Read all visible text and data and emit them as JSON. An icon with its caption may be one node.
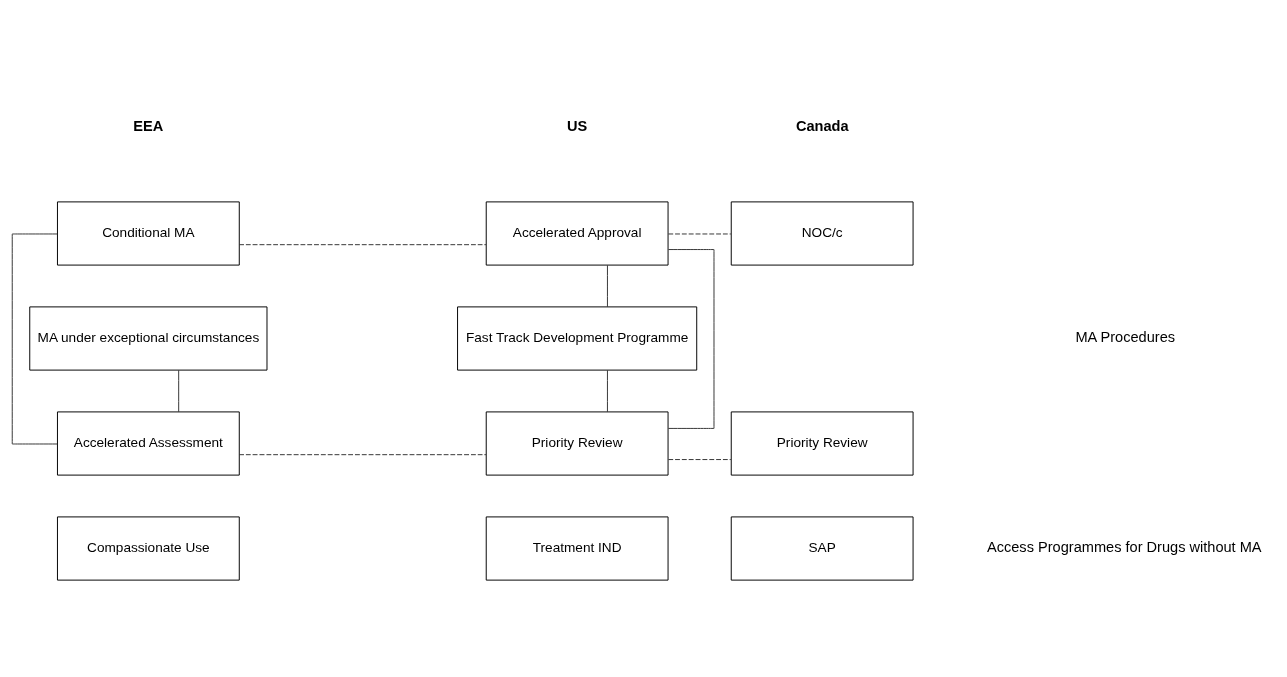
{
  "diagram": {
    "nodes": [
      {
        "text": [
          "Conditional MA"
        ]
      },
      {
        "text": [
          "MA under exceptional circumstances"
        ]
      },
      {
        "text": [
          "Accelerated Assessment"
        ]
      },
      {
        "text": [
          "Accelerated Approval"
        ]
      },
      {
        "text": [
          "Fast Track Development Programme"
        ]
      },
      {
        "text": [
          "Priority Review"
        ]
      },
      {
        "text": [
          "NOC/c"
        ]
      },
      {
        "text": [
          "Priority Review"
        ]
      },
      {
        "text": [
          "Compassionate Use"
        ]
      },
      {
        "text": [
          "Treatment IND"
        ]
      },
      {
        "text": [
          "SAP"
        ]
      }
    ],
    "edges": [
      {
        "from": 0,
        "to": 3,
        "arrow": "none",
        "style": "dashed"
      },
      {
        "from": 3,
        "to": 6,
        "arrow": "none",
        "style": "dashed"
      },
      {
        "from": 0,
        "to": 2,
        "arrow": "none"
      },
      {
        "from": 1,
        "to": 2,
        "arrow": "none"
      },
      {
        "from": 3,
        "to": 4,
        "arrow": "none"
      },
      {
        "from": 3,
        "to": 5,
        "arrow": "none"
      },
      {
        "from": 4,
        "to": 5,
        "arrow": "none"
      },
      {
        "from": 2,
        "to": 5,
        "arrow": "none",
        "style": "dashed"
      },
      {
        "from": 5,
        "to": 7,
        "arrow": "none",
        "style": "dashed"
      }
    ],
    "labels": [
      "EEA",
      "US",
      "Canada",
      "MA Procedures",
      "Access Programmes for Drugs without MA"
    ]
  }
}
